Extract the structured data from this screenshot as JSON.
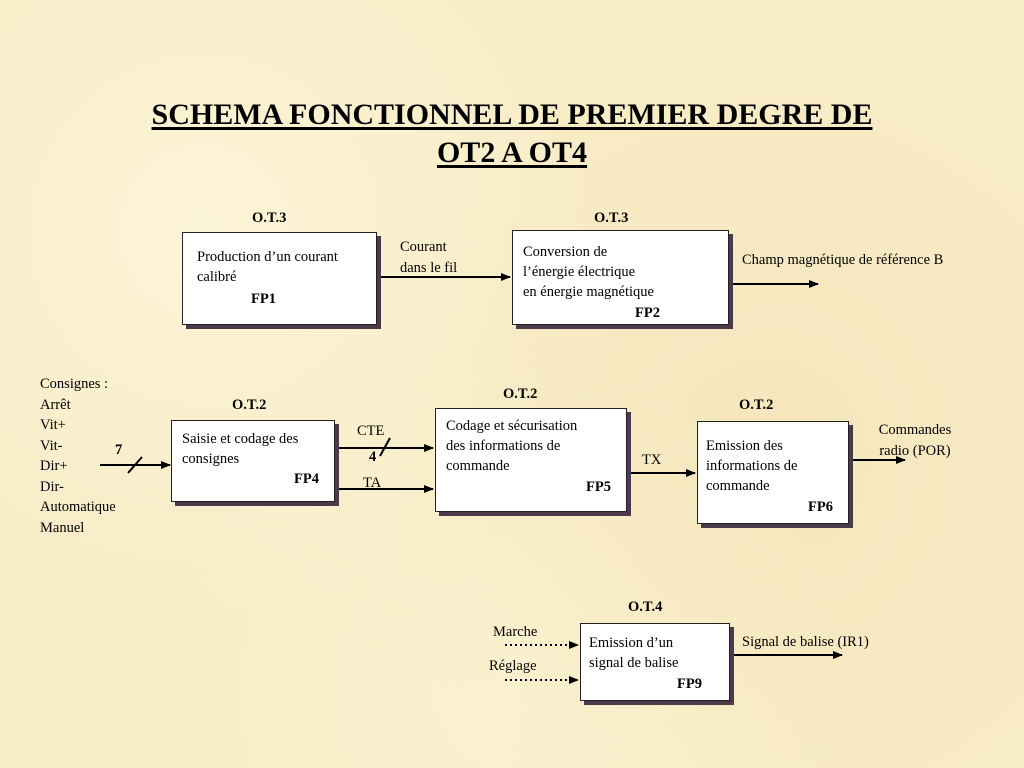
{
  "title": {
    "line1": "SCHEMA FONCTIONNEL DE PREMIER DEGRE DE",
    "line2": "OT2 A OT4"
  },
  "blocks": {
    "fp1": {
      "ot": "O.T.3",
      "line1": "Production d’un courant",
      "line2": "calibré",
      "code": "FP1"
    },
    "fp2": {
      "ot": "O.T.3",
      "line1": "Conversion de",
      "line2": "l’énergie électrique",
      "line3": "en énergie magnétique",
      "code": "FP2"
    },
    "fp4": {
      "ot": "O.T.2",
      "line1": "Saisie et codage des",
      "line2": "consignes",
      "code": "FP4"
    },
    "fp5": {
      "ot": "O.T.2",
      "line1": "Codage et sécurisation",
      "line2": "des informations de",
      "line3": "commande",
      "code": "FP5"
    },
    "fp6": {
      "ot": "O.T.2",
      "line1": "Emission des",
      "line2": "informations de",
      "line3": "commande",
      "code": "FP6"
    },
    "fp9": {
      "ot": "O.T.4",
      "line1": "Emission d’un",
      "line2": "signal de balise",
      "code": "FP9"
    }
  },
  "labels": {
    "courant1": "Courant",
    "courant2": "dans le fil",
    "champ": "Champ magnétique de référence B",
    "consignes": [
      "Consignes :",
      "Arrêt",
      "Vit+",
      "Vit-",
      "Dir+",
      "Dir-",
      "Automatique",
      "Manuel"
    ],
    "bus7": "7",
    "cte": "CTE",
    "bus4": "4",
    "ta": "TA",
    "tx": "TX",
    "commandes1": "Commandes",
    "commandes2": "radio (POR)",
    "marche": "Marche",
    "reglage": "Réglage",
    "balise": "Signal de balise (IR1)"
  }
}
